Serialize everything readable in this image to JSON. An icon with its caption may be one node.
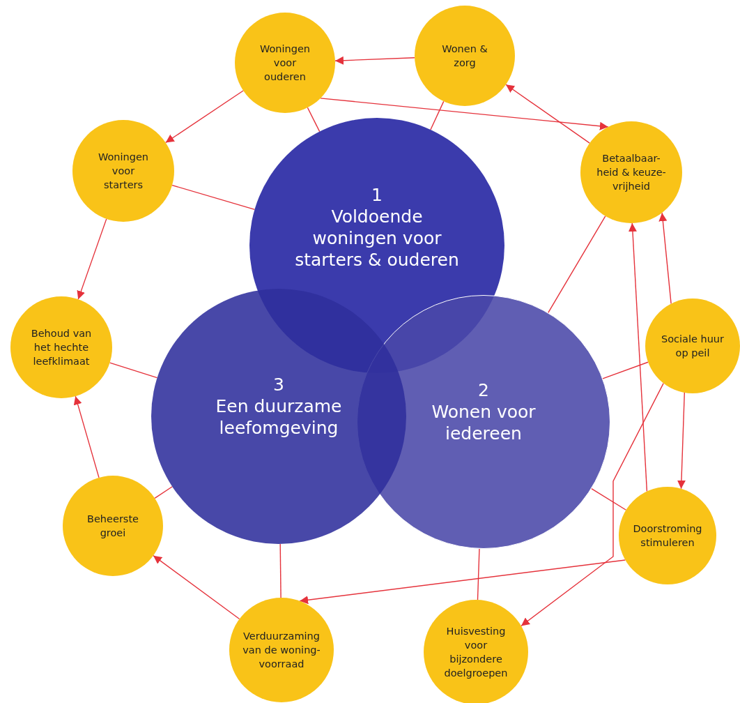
{
  "diagram": {
    "nodes": [
      {
        "text": [
          "1",
          "Voldoende woningen voor starters & ouderen"
        ]
      },
      {
        "text": [
          "2",
          "Wonen voor iedereen"
        ]
      },
      {
        "text": [
          "3",
          "Een duurzame leefomgeving"
        ]
      },
      {
        "text": [
          "Woningen voor ouderen"
        ]
      },
      {
        "text": [
          "Wonen & zorg"
        ]
      },
      {
        "text": [
          "Woningen voor starters"
        ]
      },
      {
        "text": [
          "Betaalbaar- heid & keuze- vrijheid"
        ]
      },
      {
        "text": [
          "Behoud van het hechte leefklimaat"
        ]
      },
      {
        "text": [
          "Sociale huur op peil"
        ]
      },
      {
        "text": [
          "Beheerste groei"
        ]
      },
      {
        "text": [
          "Doorstroming stimuleren"
        ]
      },
      {
        "text": [
          "Verduurzaming van de woning- voorraad"
        ]
      },
      {
        "text": [
          "Huisvesting voor bijzondere doelgroepen"
        ]
      }
    ],
    "edges": [
      {
        "from": 4,
        "to": 3,
        "arrow": "to"
      },
      {
        "from": 3,
        "to": 5,
        "arrow": "to"
      },
      {
        "from": 3,
        "to": 6,
        "arrow": "to"
      },
      {
        "from": 6,
        "to": 4,
        "arrow": "to"
      },
      {
        "from": 5,
        "to": 7,
        "arrow": "to"
      },
      {
        "from": 9,
        "to": 7,
        "arrow": "to"
      },
      {
        "from": 11,
        "to": 9,
        "arrow": "to"
      },
      {
        "from": 10,
        "to": 11,
        "arrow": "to"
      },
      {
        "from": 10,
        "to": 6,
        "arrow": "to"
      },
      {
        "from": 8,
        "to": 6,
        "arrow": "to"
      },
      {
        "from": 8,
        "to": 10,
        "arrow": "to"
      },
      {
        "from": 8,
        "to": 12,
        "arrow": "to"
      },
      {
        "from": 3,
        "to": 0,
        "arrow": "none"
      },
      {
        "from": 4,
        "to": 0,
        "arrow": "none"
      },
      {
        "from": 5,
        "to": 0,
        "arrow": "none"
      },
      {
        "from": 6,
        "to": 1,
        "arrow": "none"
      },
      {
        "from": 8,
        "to": 1,
        "arrow": "none"
      },
      {
        "from": 10,
        "to": 1,
        "arrow": "none"
      },
      {
        "from": 12,
        "to": 1,
        "arrow": "none"
      },
      {
        "from": 11,
        "to": 2,
        "arrow": "none"
      },
      {
        "from": 9,
        "to": 2,
        "arrow": "none"
      },
      {
        "from": 7,
        "to": 2,
        "arrow": "none"
      }
    ]
  }
}
